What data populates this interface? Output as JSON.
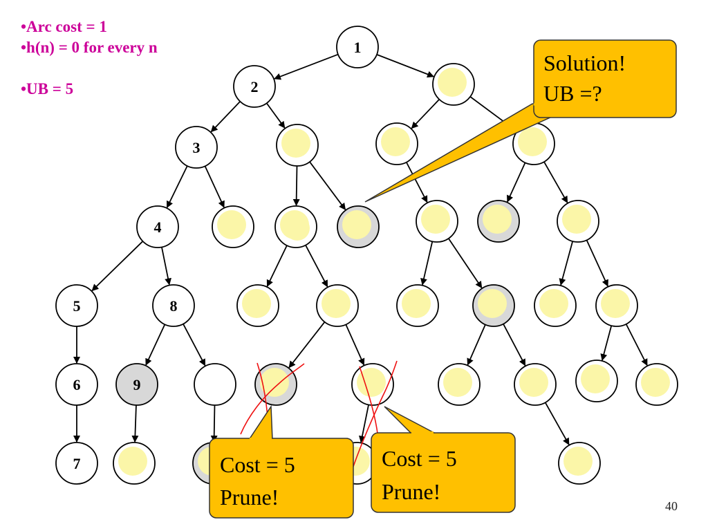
{
  "bullets": {
    "arc_cost": "•Arc cost = 1",
    "heuristic": "•h(n) = 0 for every n",
    "upper_bound": "•UB = 5"
  },
  "tree": {
    "node_labels": {
      "n1": "1",
      "n2": "2",
      "n3": "3",
      "n4": "4",
      "n5": "5",
      "n6": "6",
      "n7": "7",
      "n8": "8",
      "n9": "9",
      "n10": "1"
    }
  },
  "callouts": {
    "solution": {
      "line1": "Solution!",
      "line2": "UB =?"
    },
    "cost_left": {
      "line1": "Cost = 5",
      "line2": "Prune!"
    },
    "cost_right": {
      "line1": "Cost = 5",
      "line2": "Prune!"
    }
  },
  "colors": {
    "highlight": "#cc0099",
    "callout_fill": "#ffc000",
    "callout_stroke": "#333333",
    "node_fill_pale": "#fbf6a8",
    "node_fill_grey": "#d8d8d8",
    "prune_mark": "#ee1111"
  },
  "page_number": "40"
}
